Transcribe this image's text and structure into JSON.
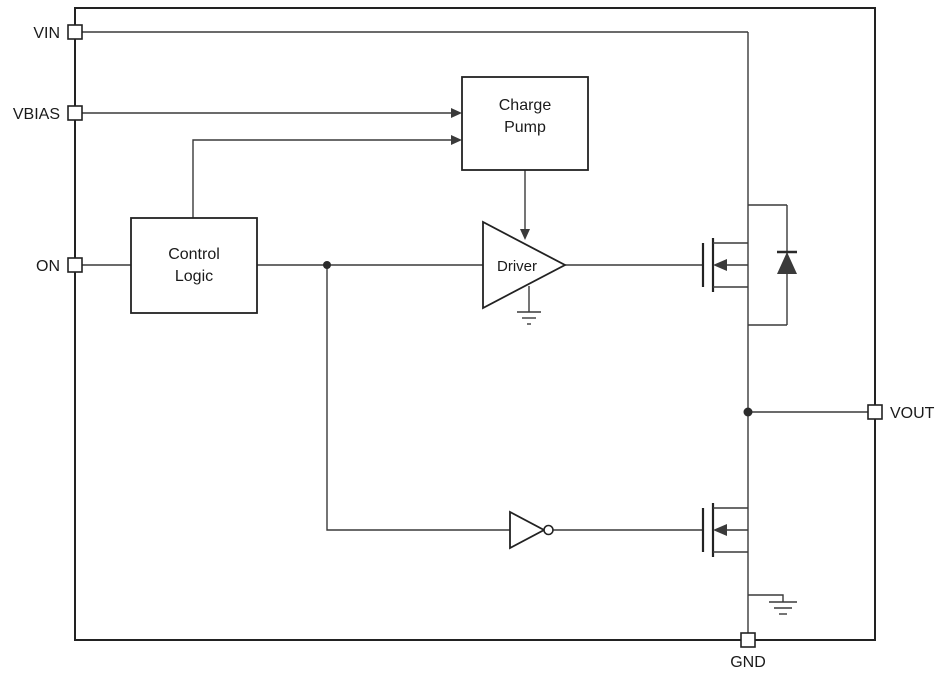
{
  "diagram": {
    "pins": {
      "vin": {
        "label": "VIN"
      },
      "vbias": {
        "label": "VBIAS"
      },
      "on": {
        "label": "ON"
      },
      "vout": {
        "label": "VOUT"
      },
      "gnd": {
        "label": "GND"
      }
    },
    "blocks": {
      "charge_pump": {
        "line1": "Charge",
        "line2": "Pump"
      },
      "control_logic": {
        "line1": "Control",
        "line2": "Logic"
      },
      "driver": {
        "label": "Driver"
      }
    },
    "colors": {
      "wire": "#3a3a3a",
      "outline": "#222222",
      "background": "#ffffff"
    }
  }
}
